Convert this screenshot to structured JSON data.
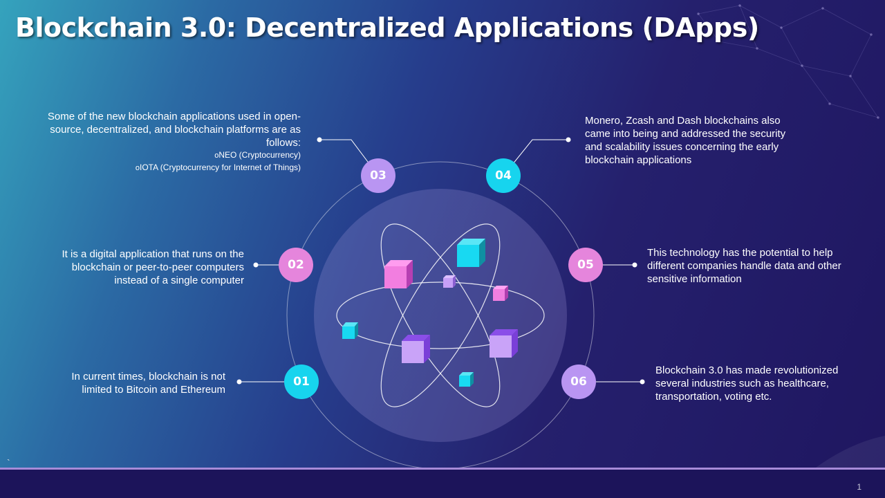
{
  "title": "Blockchain 3.0: Decentralized Applications (DApps)",
  "page_number": "1",
  "stray_mark": "`",
  "colors": {
    "cyan": "#17d4ee",
    "pink": "#e585dc",
    "lavender": "#b995f2",
    "purple_cube": "#a86ef0",
    "footer_line": "#a78bd8"
  },
  "points": [
    {
      "num": "01",
      "text": "In current times, blockchain is not limited to Bitcoin and Ethereum"
    },
    {
      "num": "02",
      "text": "It is a digital application that runs on the blockchain or peer-to-peer computers instead of a single computer"
    },
    {
      "num": "03",
      "text": "Some of the new blockchain applications used in open-source, decentralized, and blockchain platforms are as follows:",
      "sub_items": [
        "NEO (Cryptocurrency)",
        "IOTA (Cryptocurrency for Internet of Things)"
      ]
    },
    {
      "num": "04",
      "text": "Monero, Zcash and Dash blockchains also came into being and addressed the security and scalability issues concerning the early blockchain applications"
    },
    {
      "num": "05",
      "text": "This technology has the potential to help different companies handle data and other sensitive information"
    },
    {
      "num": "06",
      "text": "Blockchain 3.0 has made revolutionized several industries such as healthcare, transportation, voting etc."
    }
  ]
}
